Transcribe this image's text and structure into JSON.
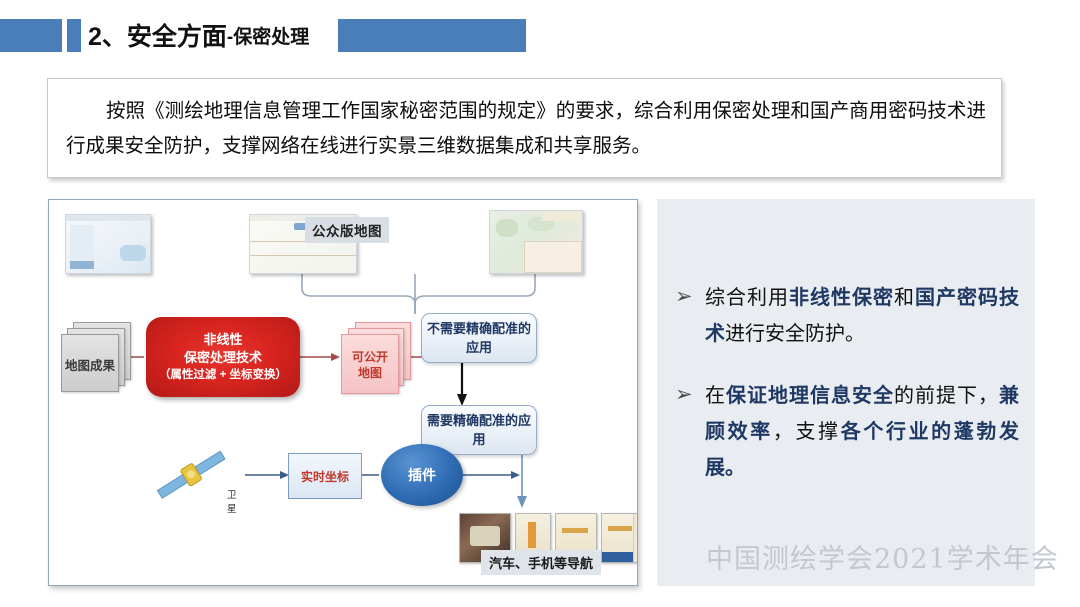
{
  "slide": {
    "title_number": "2、安全方面",
    "title_sub": "-保密处理",
    "accent_color": "#4a7ebb"
  },
  "paragraph": {
    "text": "按照《测绘地理信息管理工作国家秘密范围的规定》的要求，综合利用保密处理和国产商用密码技术进行成果安全防护，支撑网络在线进行实景三维数据集成和共享服务。"
  },
  "diagram": {
    "public_map_label": "公众版地图",
    "source_docs_label": "地图成果",
    "red_box": {
      "line1": "非线性",
      "line2": "保密处理技术",
      "line3": "（属性过滤 + 坐标变换）"
    },
    "public_doc": {
      "line1": "可公开",
      "line2": "地图"
    },
    "box_no_registration": "不需要精确配准的应用",
    "box_need_registration": "需要精确配准的应用",
    "satellite_label": "卫星",
    "realtime_coord": "实时坐标",
    "plugin": "插件",
    "navigation_label": "汽车、手机等导航"
  },
  "bullets": {
    "marker": "➢",
    "items": [
      {
        "segments": [
          {
            "t": "综合利用",
            "bold": false
          },
          {
            "t": "非线性保密",
            "bold": true
          },
          {
            "t": "和",
            "bold": false
          },
          {
            "t": "国产密码技术",
            "bold": true
          },
          {
            "t": "进行安全防护。",
            "bold": false
          }
        ]
      },
      {
        "segments": [
          {
            "t": "在",
            "bold": false
          },
          {
            "t": "保证地理信息安全",
            "bold": true
          },
          {
            "t": "的前提下，",
            "bold": false
          },
          {
            "t": "兼顾效率",
            "bold": true
          },
          {
            "t": "，支撑",
            "bold": false
          },
          {
            "t": "各个行业的蓬勃发展。",
            "bold": true
          }
        ]
      }
    ]
  },
  "watermark": {
    "text": "中国测绘学会2021学术年会"
  }
}
